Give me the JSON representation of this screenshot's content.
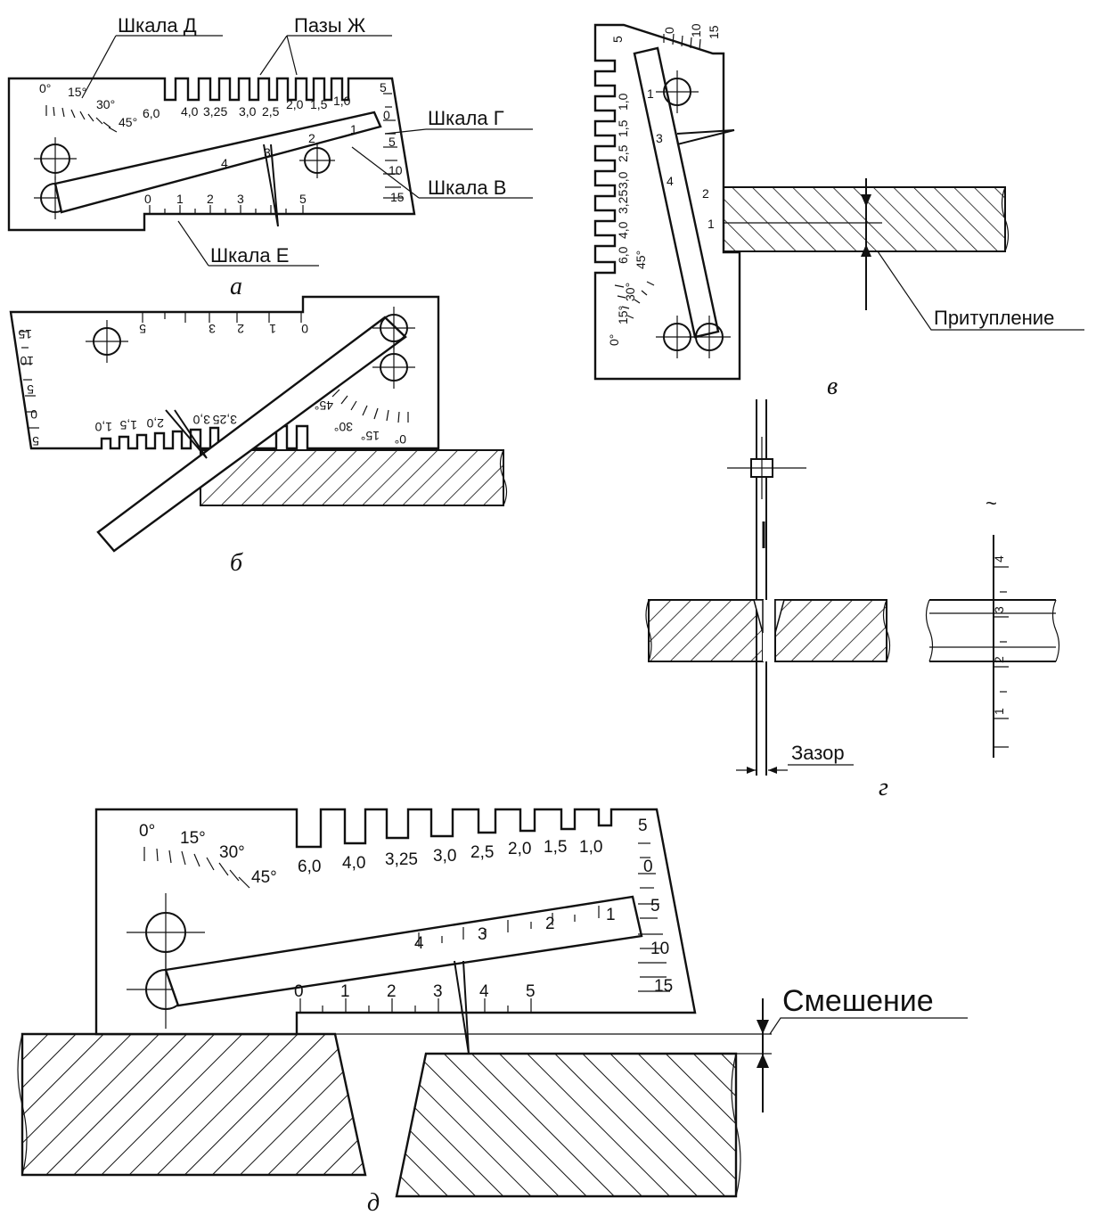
{
  "labels": {
    "scale_d": "Шкала Д",
    "slots_zh": "Пазы Ж",
    "scale_g": "Шкала Г",
    "scale_v": "Шкала В",
    "scale_e": "Шкала Е",
    "blunting": "Притупление",
    "gap": "Зазор",
    "offset": "Смешение"
  },
  "captions": {
    "a": "а",
    "b": "б",
    "v": "в",
    "g": "г",
    "d": "д"
  },
  "scales": {
    "angles": [
      "0°",
      "15°",
      "30°",
      "45°"
    ],
    "slots": [
      "6,0",
      "4,0",
      "3,25",
      "3,0",
      "2,5",
      "2,0",
      "1,5",
      "1,0"
    ],
    "right_scale": [
      "5",
      "0",
      "5",
      "10",
      "15"
    ],
    "bottom_scale": [
      "0",
      "1",
      "2",
      "3",
      "5"
    ],
    "arm_scale": [
      "4",
      "3",
      "2",
      "1"
    ],
    "bottom_scale_d": [
      "0",
      "1",
      "2",
      "3",
      "4",
      "5"
    ],
    "vertical_scale_g": [
      "4",
      "3",
      "2",
      "1"
    ],
    "tilde": "~"
  }
}
